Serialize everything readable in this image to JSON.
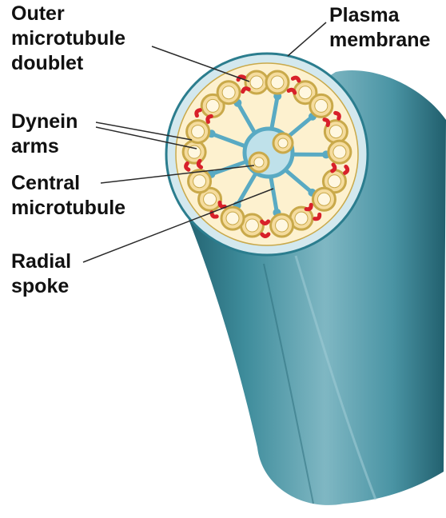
{
  "labels": {
    "outer_doublet": [
      "Outer",
      "microtubule",
      "doublet"
    ],
    "dynein_arms": [
      "Dynein",
      "arms"
    ],
    "central_microtubule": [
      "Central",
      "microtubule"
    ],
    "radial_spoke": [
      "Radial",
      "spoke"
    ],
    "plasma_membrane": [
      "Plasma",
      "membrane"
    ]
  },
  "colors": {
    "cilium_body": "#3f8e9c",
    "plasma_membrane": "#d3e8ee",
    "matrix": "#fdf1cf",
    "doublet_ring": "#c9a94a",
    "doublet_fill": "#f5dc9e",
    "dynein_arm": "#d8202a",
    "spoke": "#59aac3",
    "leader_line": "#2a2a2a"
  },
  "structure": {
    "outer_doublet_count": 9,
    "central_microtubule_count": 2,
    "radial_spoke_count": 9
  }
}
